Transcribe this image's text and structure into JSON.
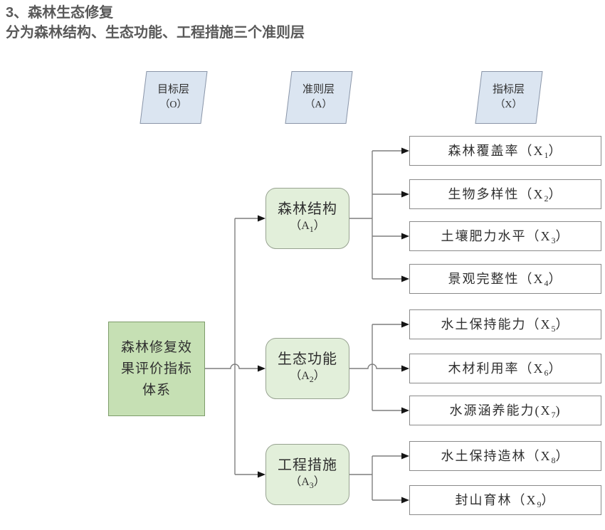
{
  "title": {
    "line1": "3、森林生态修复",
    "line2": "分为森林结构、生态功能、工程措施三个准则层"
  },
  "colors": {
    "title_text": "#595959",
    "layer_fill": "#dbe5f1",
    "layer_border": "#8a95a8",
    "goal_fill": "#c6e0b4",
    "goal_border": "#7d9c6a",
    "criterion_fill": "#e2efda",
    "criterion_border": "#97a290",
    "indicator_fill": "#ffffff",
    "indicator_border": "#8a8a8a",
    "line": "#7f7f7f",
    "arrow": "#151515",
    "box_text": "#2f2f2f"
  },
  "layer_headers": [
    {
      "name": "目标层",
      "code": "（O）"
    },
    {
      "name": "准则层",
      "code": "（A）"
    },
    {
      "name": "指标层",
      "code": "（X）"
    }
  ],
  "goal": {
    "text": "森林修复效果评价指标体系"
  },
  "criteria": [
    {
      "name": "森林结构",
      "code_pre": "（A",
      "code_sub": "1",
      "code_post": "）"
    },
    {
      "name": "生态功能",
      "code_pre": "（A",
      "code_sub": "2",
      "code_post": "）"
    },
    {
      "name": "工程措施",
      "code_pre": "（A",
      "code_sub": "3",
      "code_post": "）"
    }
  ],
  "indicators": [
    {
      "pre": "森林覆盖率（X",
      "sub": "1",
      "post": "）"
    },
    {
      "pre": "生物多样性（X",
      "sub": "2",
      "post": "）"
    },
    {
      "pre": "土壤肥力水平（X",
      "sub": "3",
      "post": "）"
    },
    {
      "pre": "景观完整性（X",
      "sub": "4",
      "post": "）"
    },
    {
      "pre": "水土保持能力（X",
      "sub": "5",
      "post": "）"
    },
    {
      "pre": "木材利用率（X",
      "sub": "6",
      "post": "）"
    },
    {
      "pre": "水源涵养能力(X",
      "sub": "7",
      "post": ")"
    },
    {
      "pre": "水土保持造林（X",
      "sub": "8",
      "post": "）"
    },
    {
      "pre": "封山育林（X",
      "sub": "9",
      "post": "）"
    }
  ]
}
